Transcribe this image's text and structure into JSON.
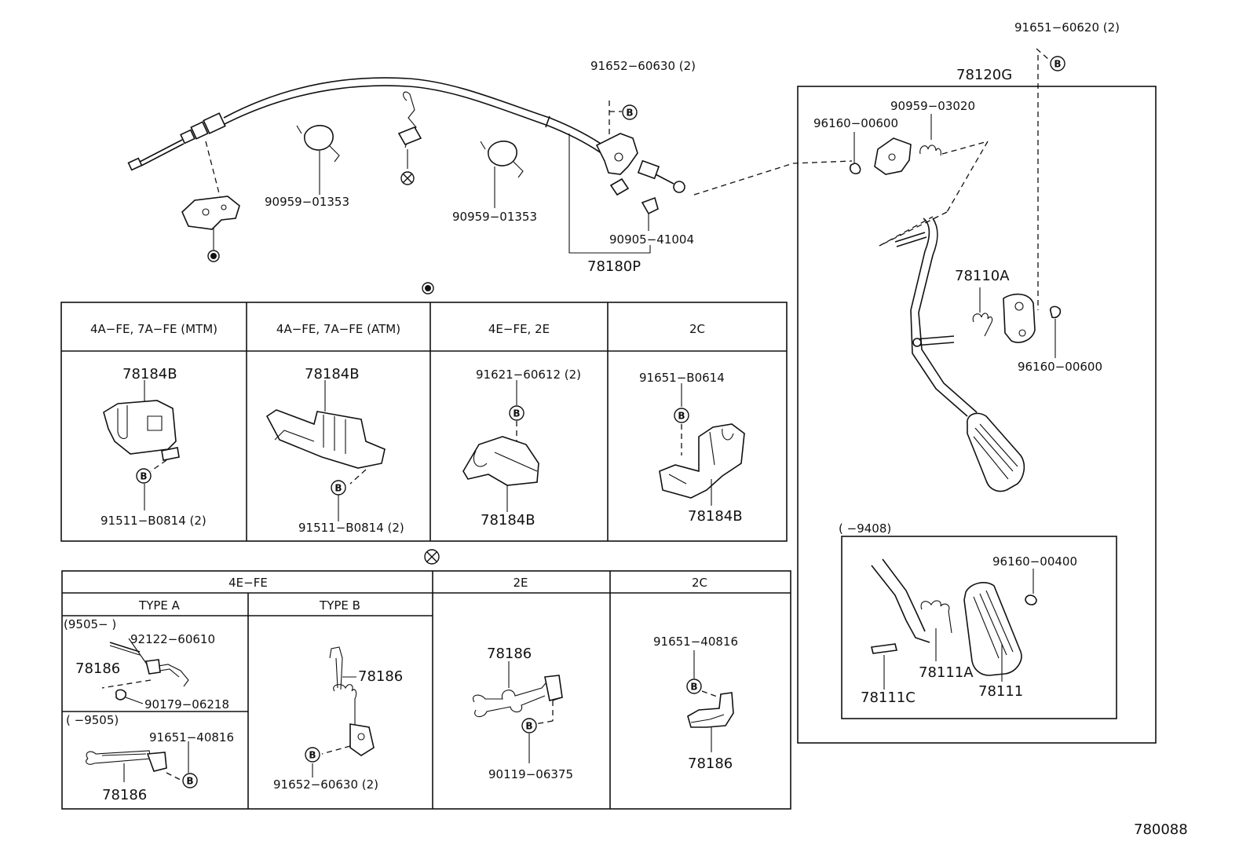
{
  "parts": {
    "p91651_60620": "91651−60620 (2)",
    "p78120G": "78120G",
    "p91652_60630_top": "91652−60630 (2)",
    "p90959_03020": "90959−03020",
    "p96160_00600_top": "96160−00600",
    "p90959_01353_a": "90959−01353",
    "p90959_01353_b": "90959−01353",
    "p90905_41004": "90905−41004",
    "p78180P": "78180P",
    "p78110A": "78110A",
    "p96160_00600_right": "96160−00600",
    "p9408_range": "(      −9408)",
    "p96160_00400": "96160−00400",
    "p78111A": "78111A",
    "p78111": "78111",
    "p78111C": "78111C",
    "figure_code": "780088"
  },
  "symbols": {
    "b_mark": "B"
  },
  "table1": {
    "headers": [
      "4A−FE, 7A−FE (MTM)",
      "4A−FE, 7A−FE (ATM)",
      "4E−FE, 2E",
      "2C"
    ],
    "c1_top": "78184B",
    "c1_bot": "91511−B0814 (2)",
    "c2_top": "78184B",
    "c2_bot": "91511−B0814 (2)",
    "c3_top": "91621−60612 (2)",
    "c3_bot": "78184B",
    "c4_top": "91651−B0614",
    "c4_bot": "78184B"
  },
  "table2": {
    "header_4efe": "4E−FE",
    "header_2e": "2E",
    "header_2c": "2C",
    "type_a": "TYPE A",
    "type_b": "TYPE B",
    "a1_range": "(9505−        )",
    "a1_p1": "92122−60610",
    "a1_p2": "78186",
    "a1_p3": "90179−06218",
    "a2_range": "(      −9505)",
    "a2_p1": "91651−40816",
    "a2_p2": "78186",
    "b_p1": "78186",
    "b_p2": "91652−60630 (2)",
    "e2_p1": "78186",
    "e2_p2": "90119−06375",
    "c2_p1": "91651−40816",
    "c2_p2": "78186"
  }
}
